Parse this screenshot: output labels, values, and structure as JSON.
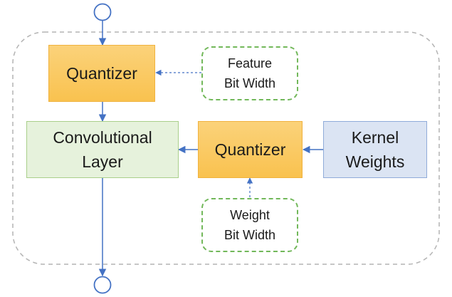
{
  "diagram": {
    "nodes": {
      "feature_quantizer": {
        "label": "Quantizer"
      },
      "feature_bit_width": {
        "label": "Feature\nBit Width"
      },
      "conv_layer": {
        "label": "Convolutional\nLayer"
      },
      "weight_quantizer": {
        "label": "Quantizer"
      },
      "kernel_weights": {
        "label": "Kernel\nWeights"
      },
      "weight_bit_width": {
        "label": "Weight\nBit Width"
      }
    },
    "colors": {
      "quantizer_fill": "#f9c24f",
      "conv_fill": "#e6f2dc",
      "kernel_fill": "#dbe4f3",
      "param_border": "#72b85a",
      "arrow": "#4472c4",
      "group_border": "#b4b4b4"
    }
  }
}
